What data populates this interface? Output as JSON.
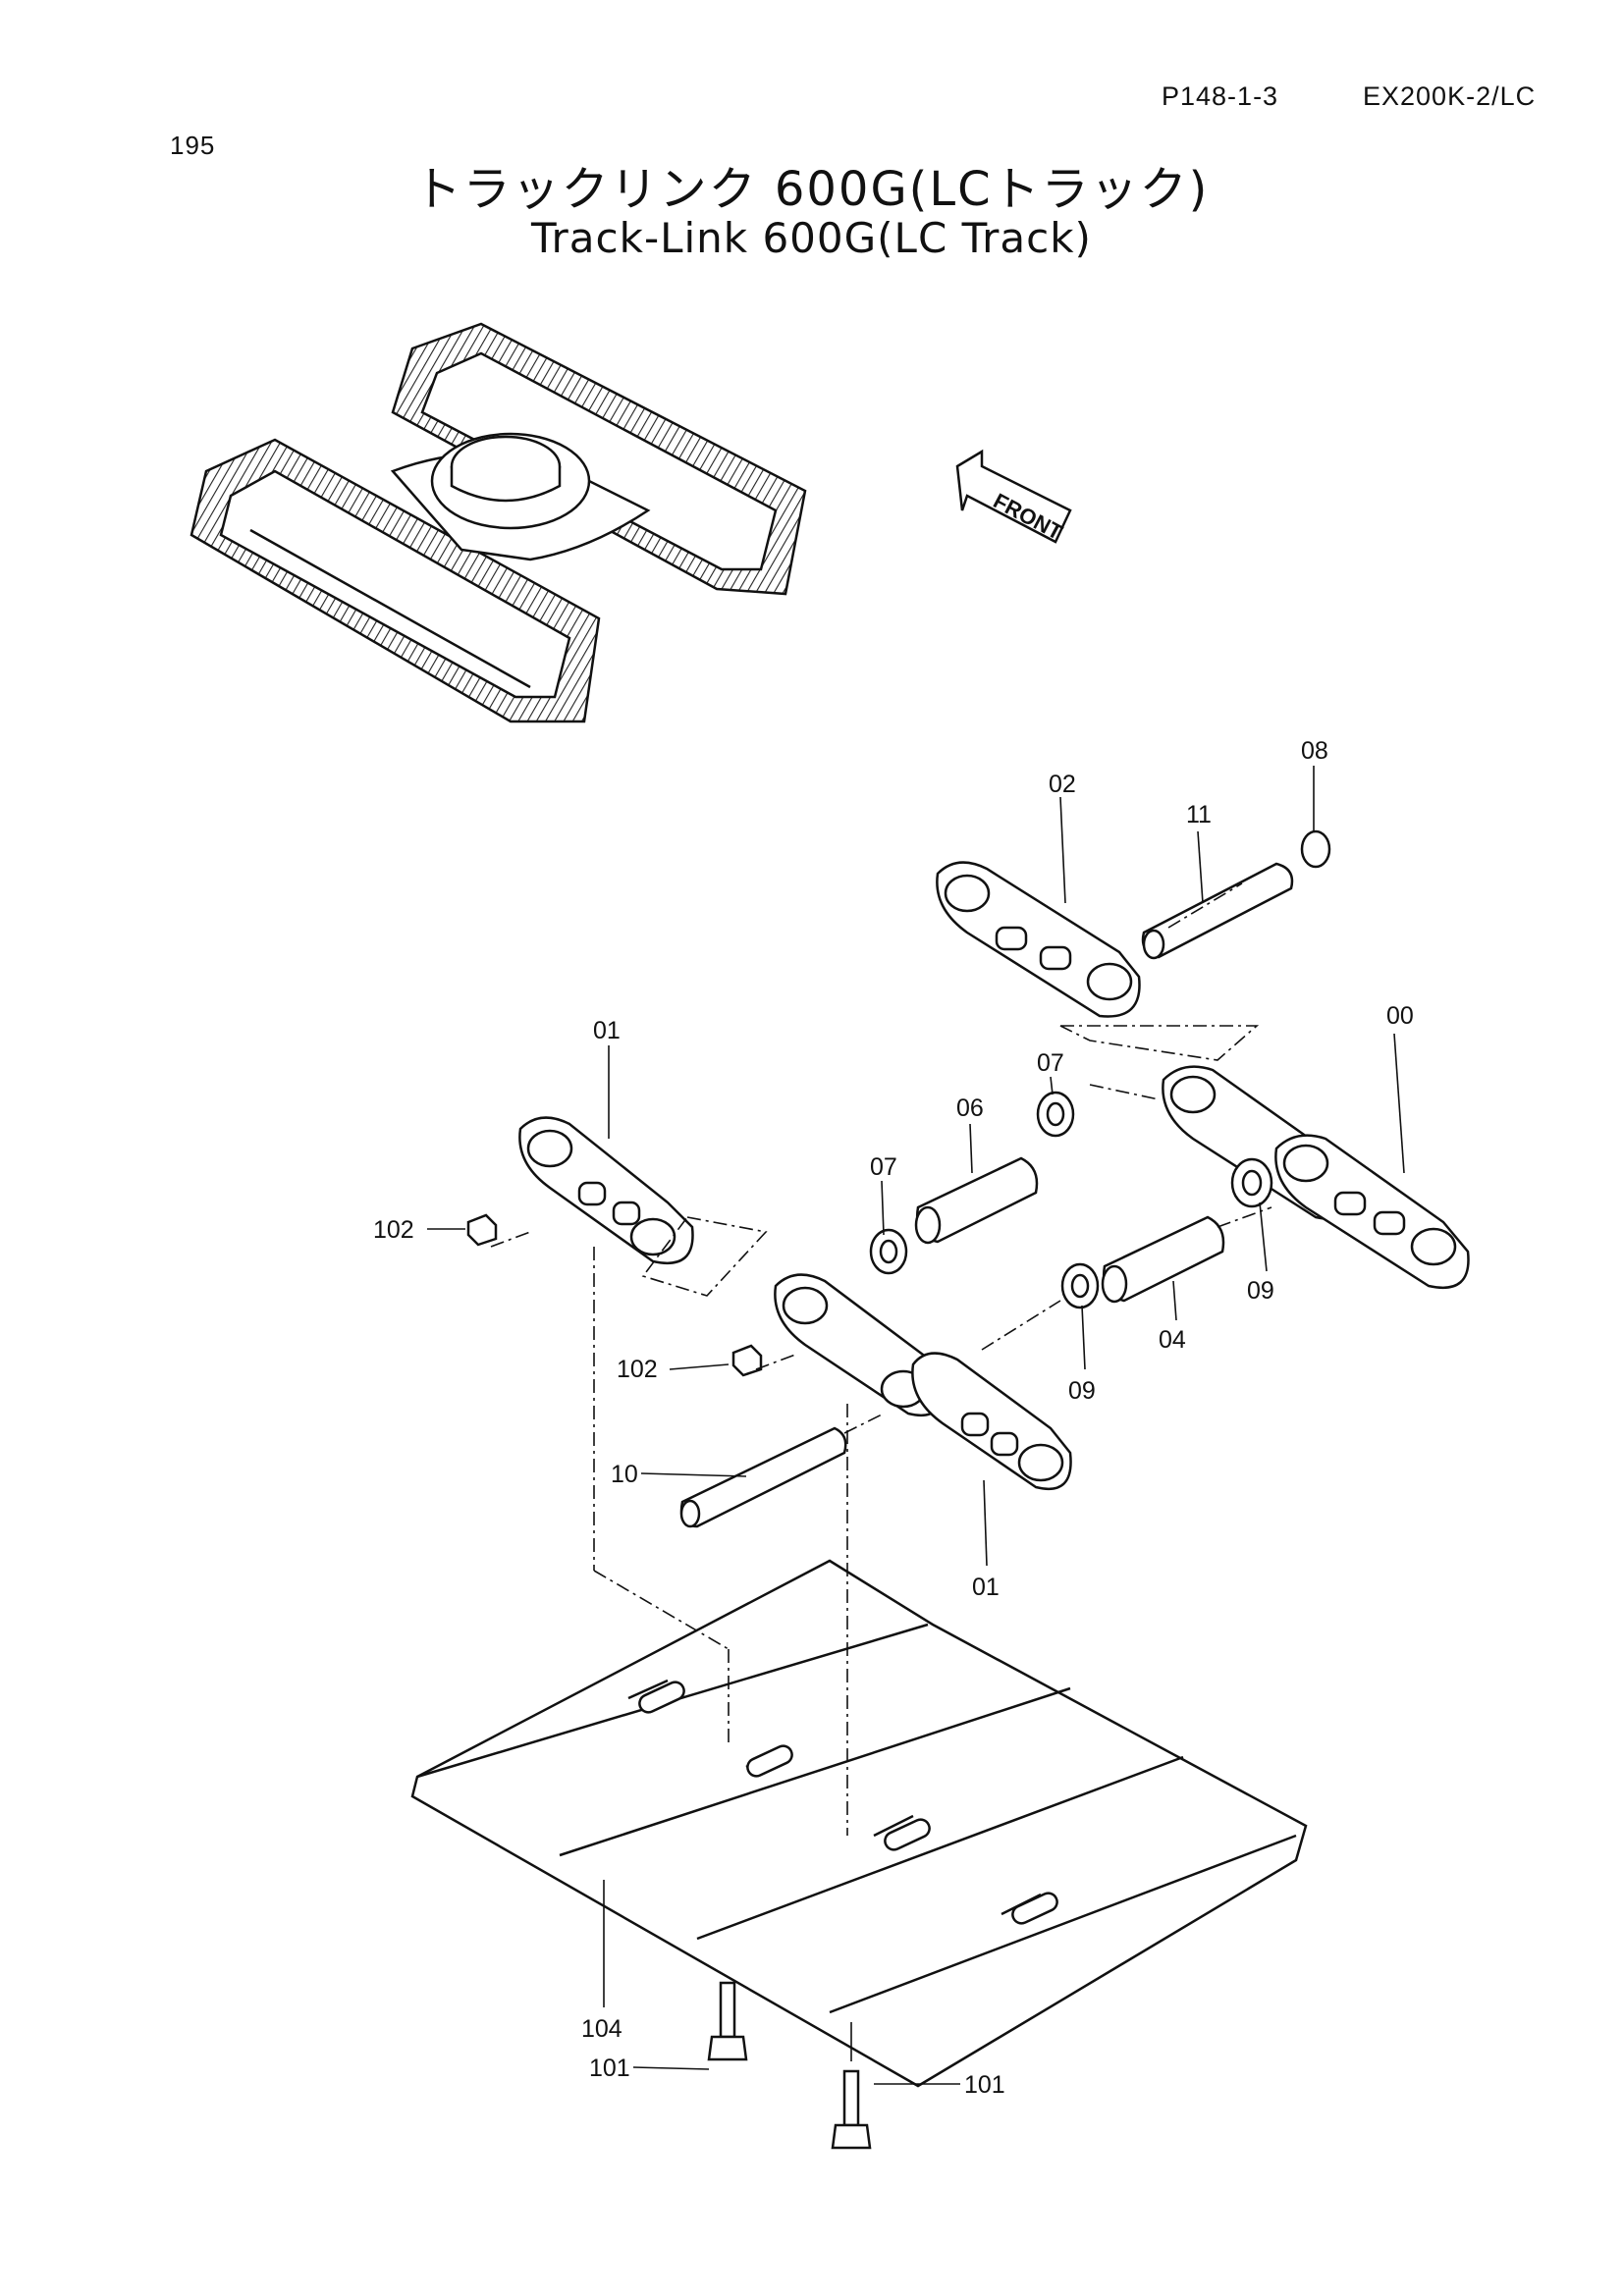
{
  "header": {
    "page_number": "195",
    "ref_code": "P148-1-3",
    "model_code": "EX200K-2/LC"
  },
  "title": {
    "japanese": "トラックリンク 600G(LCトラック)",
    "english": "Track-Link 600G(LC Track)"
  },
  "direction_label": "FRONT",
  "callouts": [
    {
      "id": "c08",
      "label": "08"
    },
    {
      "id": "c02",
      "label": "02"
    },
    {
      "id": "c11",
      "label": "11"
    },
    {
      "id": "c00",
      "label": "00"
    },
    {
      "id": "c01a",
      "label": "01"
    },
    {
      "id": "c07a",
      "label": "07"
    },
    {
      "id": "c06",
      "label": "06"
    },
    {
      "id": "c07b",
      "label": "07"
    },
    {
      "id": "c09a",
      "label": "09"
    },
    {
      "id": "c102a",
      "label": "102"
    },
    {
      "id": "c102b",
      "label": "102"
    },
    {
      "id": "c04",
      "label": "04"
    },
    {
      "id": "c09b",
      "label": "09"
    },
    {
      "id": "c10",
      "label": "10"
    },
    {
      "id": "c01b",
      "label": "01"
    },
    {
      "id": "c104",
      "label": "104"
    },
    {
      "id": "c101a",
      "label": "101"
    },
    {
      "id": "c101b",
      "label": "101"
    }
  ]
}
